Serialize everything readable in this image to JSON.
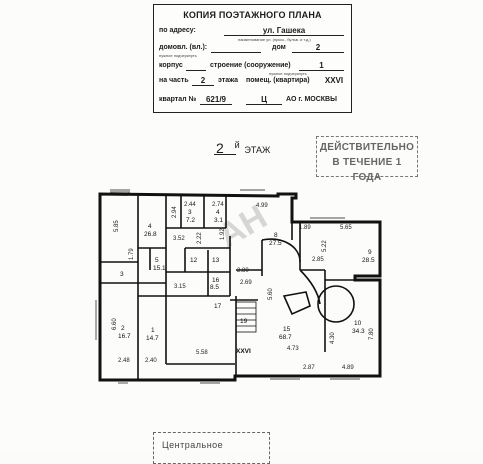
{
  "header": {
    "title": "КОПИЯ ПОЭТАЖНОГО ПЛАНА",
    "address_label": "по адресу:",
    "street": "ул. Гашека",
    "street_hint": "наименование ул. (пркск., бульв. и т.д.)",
    "domovl_label": "домовл. (вл.):",
    "domovl_hint": "нужное подчеркнуть",
    "dom_label": "дом",
    "dom_value": "2",
    "korpus_label": "корпус",
    "stroenie_label": "строение (сооружение)",
    "stroenie_value": "1",
    "stroenie_hint": "нужное подчеркнуть",
    "part_label": "на часть",
    "part_value": "2",
    "floor_label": "этажа",
    "pomesch_label": "помещ. (квартира)",
    "pomesch_value": "XXVI",
    "kvartal_label": "квартал №",
    "kvartal_value": "621/9",
    "okrug_value": "Ц",
    "org": "АО г. МОСКВЫ"
  },
  "floor": {
    "number": "2",
    "suffix": "й",
    "label": "ЭТАЖ"
  },
  "validity_stamp": {
    "line1": "ДЕЙСТВИТЕЛЬНО",
    "line2": "В ТЕЧЕНИЕ 1 ГОДА"
  },
  "bottom_stamp": {
    "text": "Центральное"
  },
  "plan": {
    "watermark": "АН",
    "apartment": "XXVI",
    "labels": [
      {
        "t": "5.85"
      },
      {
        "t": "4"
      },
      {
        "t": "26.8"
      },
      {
        "t": "2.94"
      },
      {
        "t": "2.44"
      },
      {
        "t": "3"
      },
      {
        "t": "7.2"
      },
      {
        "t": "2.74"
      },
      {
        "t": "4"
      },
      {
        "t": "3.1"
      },
      {
        "t": "4.99"
      },
      {
        "t": "3.52"
      },
      {
        "t": "2.22"
      },
      {
        "t": "1.92"
      },
      {
        "t": "8"
      },
      {
        "t": "27.5"
      },
      {
        "t": "5.65"
      },
      {
        "t": "1.89"
      },
      {
        "t": "1.79"
      },
      {
        "t": "5"
      },
      {
        "t": "15.1"
      },
      {
        "t": "12"
      },
      {
        "t": "13"
      },
      {
        "t": "2.80"
      },
      {
        "t": "9"
      },
      {
        "t": "28.5"
      },
      {
        "t": "2.85"
      },
      {
        "t": "5.22"
      },
      {
        "t": "3"
      },
      {
        "t": "3.15"
      },
      {
        "t": "16"
      },
      {
        "t": "8.5"
      },
      {
        "t": "2.69"
      },
      {
        "t": "5.60"
      },
      {
        "t": "17"
      },
      {
        "t": "6.60"
      },
      {
        "t": "2"
      },
      {
        "t": "16.7"
      },
      {
        "t": "1"
      },
      {
        "t": "14.7"
      },
      {
        "t": "19"
      },
      {
        "t": "10"
      },
      {
        "t": "34.3"
      },
      {
        "t": "15"
      },
      {
        "t": "68.7"
      },
      {
        "t": "4.30"
      },
      {
        "t": "7.80"
      },
      {
        "t": "4.73"
      },
      {
        "t": "2.48"
      },
      {
        "t": "2.40"
      },
      {
        "t": "5.58"
      },
      {
        "t": "2.87"
      },
      {
        "t": "4.89"
      }
    ]
  }
}
